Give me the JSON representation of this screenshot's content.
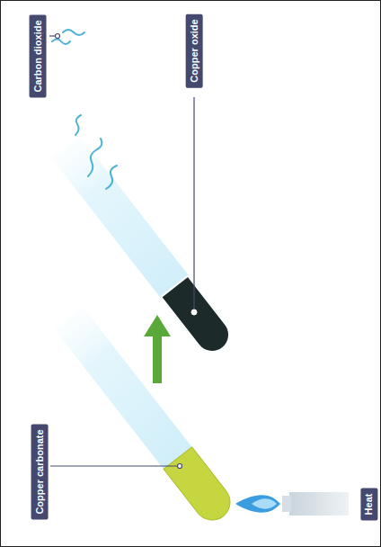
{
  "diagram": {
    "nodes": [
      {
        "text": [
          "Carbon dioxide"
        ]
      },
      {
        "text": [
          "Copper oxide"
        ]
      },
      {
        "text": [
          "Copper carbonate"
        ]
      },
      {
        "text": [
          "Heat"
        ]
      }
    ]
  }
}
